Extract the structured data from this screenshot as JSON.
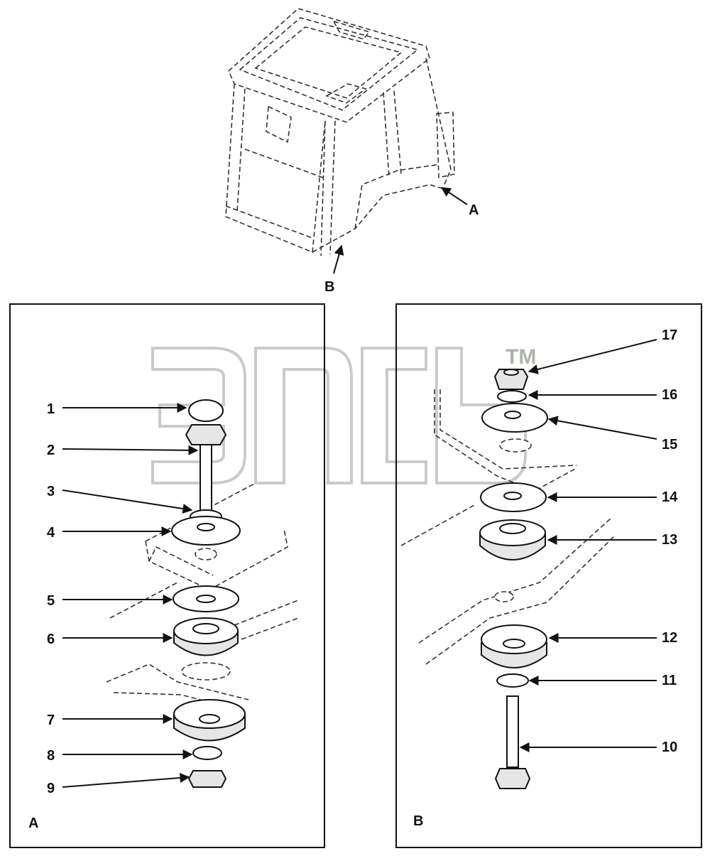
{
  "overview": {
    "label_a": "A",
    "label_b": "B"
  },
  "panel_a": {
    "label": "A",
    "callouts": [
      "1",
      "2",
      "3",
      "4",
      "5",
      "6",
      "7",
      "8",
      "9"
    ]
  },
  "panel_b": {
    "label": "B",
    "callouts": [
      "17",
      "16",
      "15",
      "14",
      "13",
      "12",
      "11",
      "10"
    ]
  },
  "watermark": {
    "trademark": "TM"
  }
}
